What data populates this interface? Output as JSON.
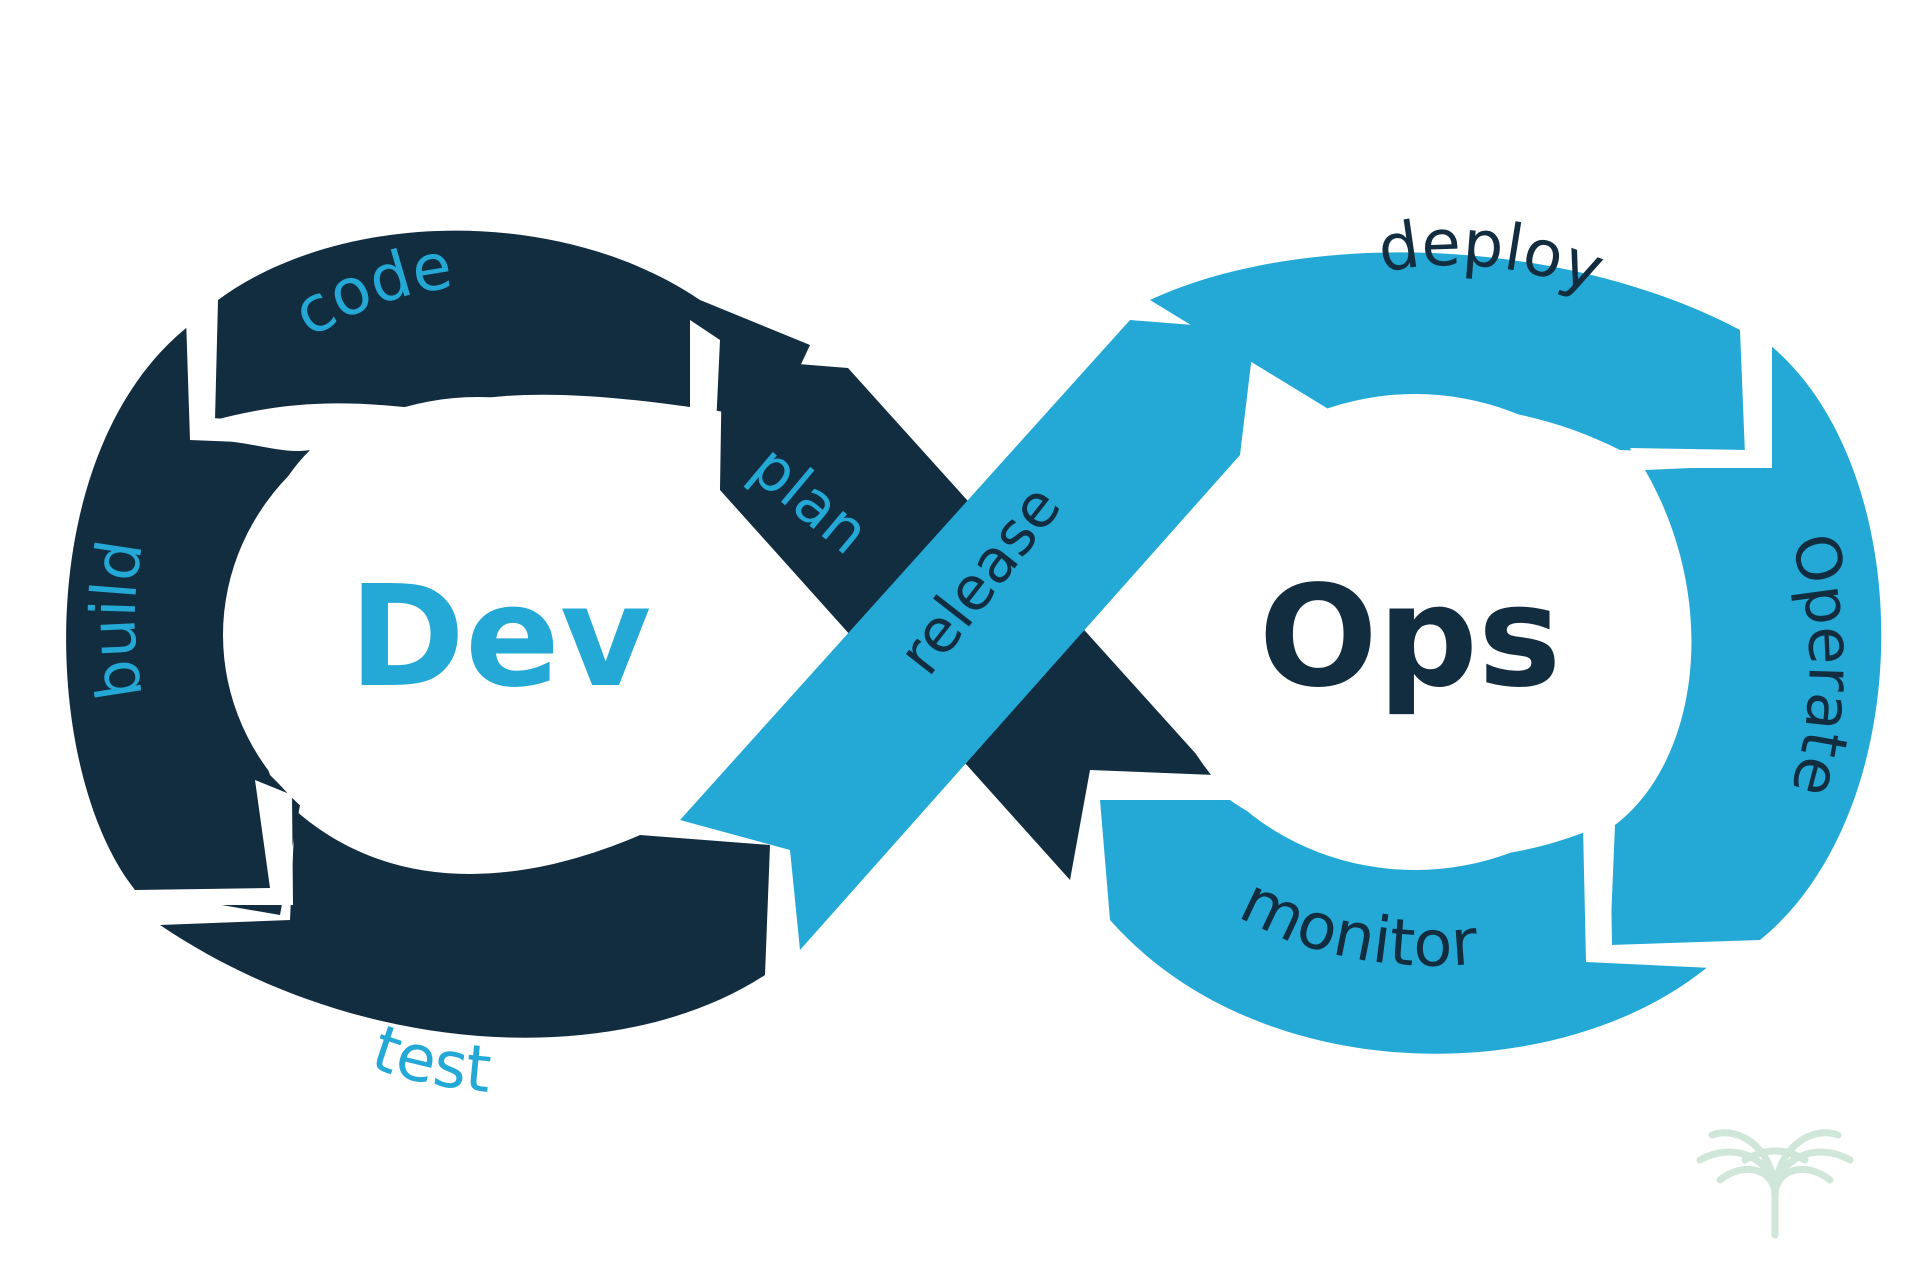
{
  "colors": {
    "dev": "#132d40",
    "ops": "#24a9d6",
    "background": "#ffffff",
    "logo": "#cfe6d9"
  },
  "dev": {
    "title": "Dev",
    "stages": {
      "code": "code",
      "build": "build",
      "test": "test",
      "plan": "plan"
    }
  },
  "ops": {
    "title": "Ops",
    "stages": {
      "deploy": "deploy",
      "operate": "Operate",
      "monitor": "monitor"
    }
  },
  "bridge": {
    "release": "release"
  },
  "logo": {
    "icon": "leaf-fan-logo-icon"
  }
}
